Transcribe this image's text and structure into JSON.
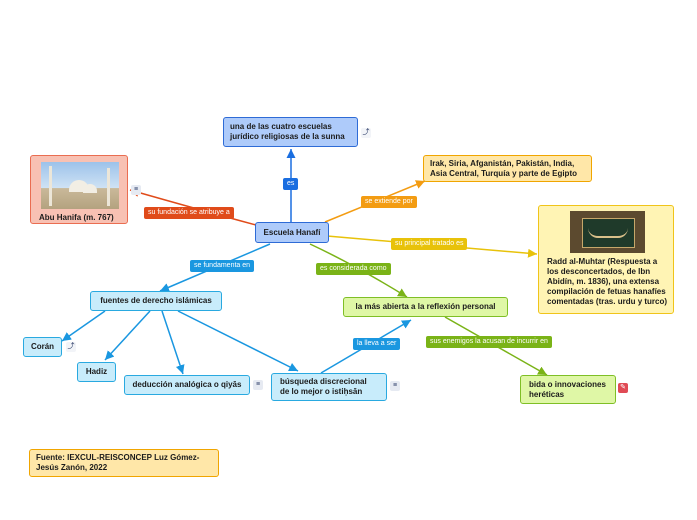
{
  "nodes": {
    "center": "Escuela Hanafí",
    "top": "una de las cuatro escuelas jurídico religiosas de la sunna",
    "countries": "Irak, Siria, Afganistán, Pakistán, India, Asia Central, Turquía y parte de Egipto",
    "founder": "Abu Hanifa (m. 767)",
    "treatise": "Radd al-Muhtar (Respuesta a los desconcertados, de Ibn Abidín, m. 1836), una extensa compilación de fetuas hanafíes comentadas (tras. urdu y turco)",
    "sources": "fuentes de derecho islámicas",
    "coran": "Corán",
    "hadiz": "Hadiz",
    "qiyas": "deducción analógica o qiyās",
    "istihsan": "búsqueda discrecional de lo mejor o istiḥsān",
    "open": "la más abierta a la reflexión personal",
    "bida": "bida o innovaciones heréticas",
    "footer": "Fuente: IEXCUL-REISCONCEP Luz Gómez-Jesús Zanón, 2022"
  },
  "labels": {
    "es": "es",
    "extends": "se extiende por",
    "attributed": "su fundación se atribuye a",
    "treatise": "su principal tratado es",
    "based": "se fundamenta en",
    "considered": "es considerada como",
    "leads": "la lleva a ser",
    "enemies": "sus enemigos la acusan de incurrir en"
  },
  "icons": {
    "link": "link-icon",
    "note": "note-icon",
    "tag": "tag-icon"
  },
  "colors": {
    "blue_line": "#1a6ee0",
    "light_blue_line": "#1a97e0",
    "green_line": "#7ab317",
    "orange_line": "#f39c12",
    "yellow_line": "#e8c20a",
    "red_line": "#e04b1a"
  }
}
